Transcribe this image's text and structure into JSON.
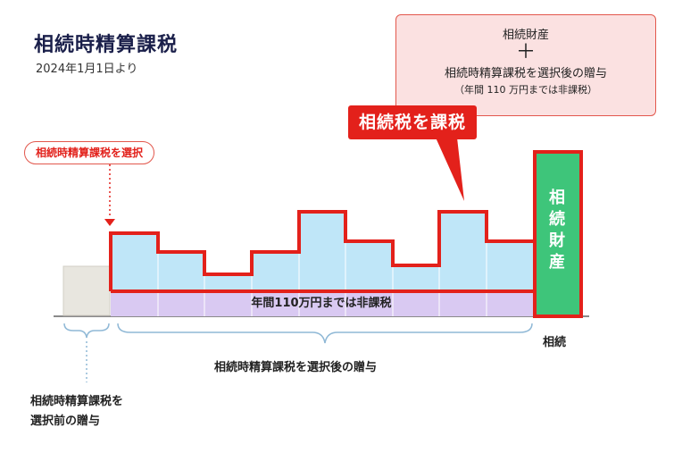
{
  "header": {
    "title": "相続時精算課税",
    "subtitle": "2024年1月1日より"
  },
  "info_box": {
    "line1": "相続財産",
    "plus": "＋",
    "line2": "相続時精算課税を選択後の贈与",
    "line3": "（年間 110 万円までは非課税）"
  },
  "tax_label": "相続税を課税",
  "select_label": "相続時精算課税を選択",
  "band_label": "年間110万円までは非課税",
  "inheritance": {
    "chars": [
      "相",
      "続",
      "財",
      "産"
    ]
  },
  "axis_labels": {
    "inheritance": "相続",
    "after": "相続時精算課税を選択後の贈与",
    "before_line1": "相続時精算課税を",
    "before_line2": "選択前の贈与"
  },
  "colors": {
    "red": "#e3211b",
    "light_blue": "#bfe6f8",
    "lavender": "#d9c9f2",
    "green": "#3ec57a",
    "beige": "#e8e6df",
    "pink": "#fbe1e1"
  }
}
